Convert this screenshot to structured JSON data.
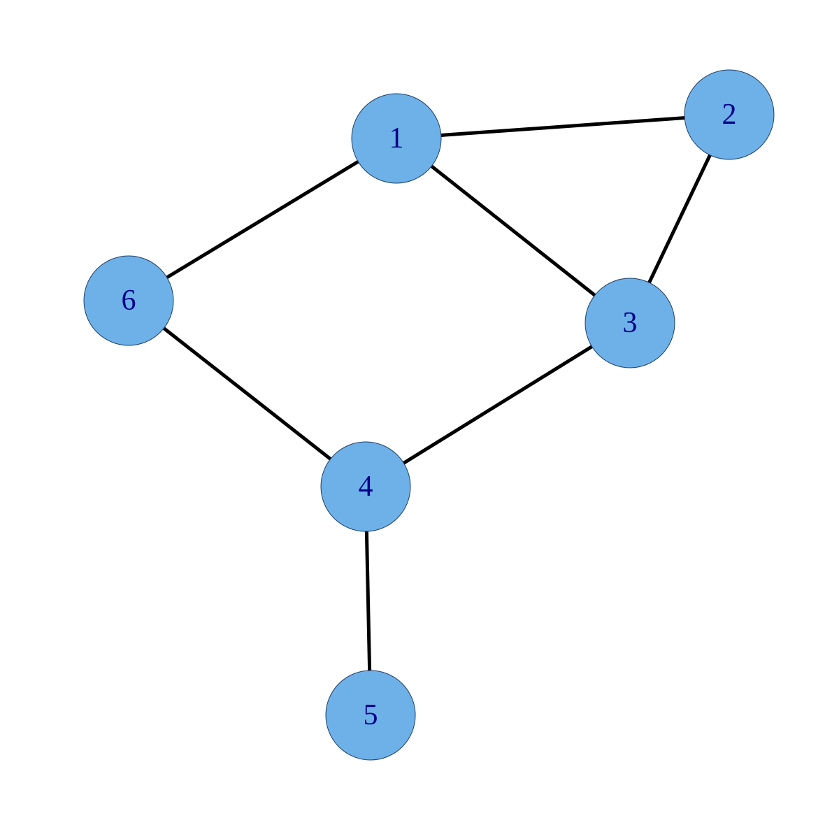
{
  "graph": {
    "colors": {
      "node_fill": "#6db1e8",
      "node_stroke": "#1f3f66",
      "label_color": "#00008b",
      "edge_color": "#000000",
      "background": "#ffffff"
    },
    "nodes": [
      {
        "id": "n1",
        "label": "1"
      },
      {
        "id": "n2",
        "label": "2"
      },
      {
        "id": "n3",
        "label": "3"
      },
      {
        "id": "n4",
        "label": "4"
      },
      {
        "id": "n5",
        "label": "5"
      },
      {
        "id": "n6",
        "label": "6"
      }
    ],
    "edges": [
      {
        "from": "n1",
        "to": "n2"
      },
      {
        "from": "n1",
        "to": "n3"
      },
      {
        "from": "n1",
        "to": "n6"
      },
      {
        "from": "n2",
        "to": "n3"
      },
      {
        "from": "n3",
        "to": "n4"
      },
      {
        "from": "n6",
        "to": "n4"
      },
      {
        "from": "n4",
        "to": "n5"
      }
    ]
  }
}
